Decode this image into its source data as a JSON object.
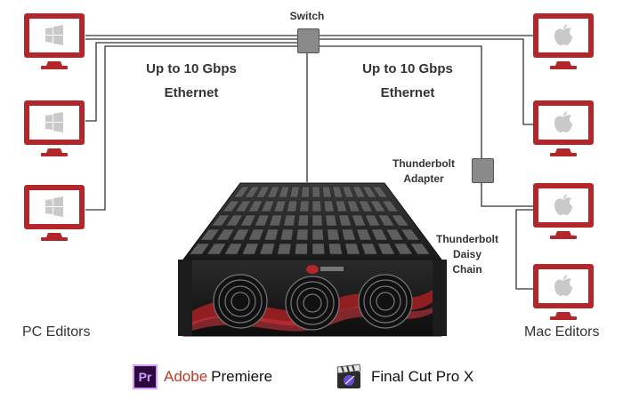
{
  "labels": {
    "switch": "Switch",
    "ethernet_left_line1": "Up to 10 Gbps",
    "ethernet_left_line2": "Ethernet",
    "ethernet_right_line1": "Up to 10 Gbps",
    "ethernet_right_line2": "Ethernet",
    "thunderbolt_adapter_line1": "Thunderbolt",
    "thunderbolt_adapter_line2": "Adapter",
    "daisy_line1": "Thunderbolt",
    "daisy_line2": "Daisy",
    "daisy_line3": "Chain",
    "pc_editors": "PC Editors",
    "mac_editors": "Mac Editors"
  },
  "logos": {
    "premiere_badge": "Pr",
    "premiere_brand": "Adobe",
    "premiere_product": "Premiere",
    "fcp_text": "Final Cut Pro X"
  },
  "colors": {
    "monitor_red": "#b3272b",
    "wire": "#333333",
    "switch_gray": "#8a8a8a",
    "premiere_purple": "#2a0a3d",
    "premiere_accent": "#d59cff"
  },
  "icons": {
    "pc_monitor": "windows-monitor-icon",
    "mac_monitor": "apple-monitor-icon"
  }
}
